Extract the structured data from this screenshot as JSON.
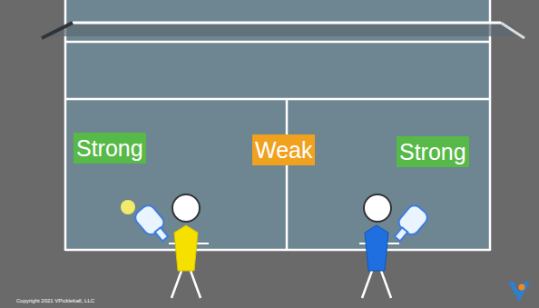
{
  "diagram": {
    "nodes": [
      {
        "text": [
          "Strong"
        ]
      },
      {
        "text": [
          "Weak"
        ]
      },
      {
        "text": [
          "Strong"
        ]
      }
    ],
    "labels": [
      "Copyright 2021 VPickleball, LLC"
    ]
  }
}
